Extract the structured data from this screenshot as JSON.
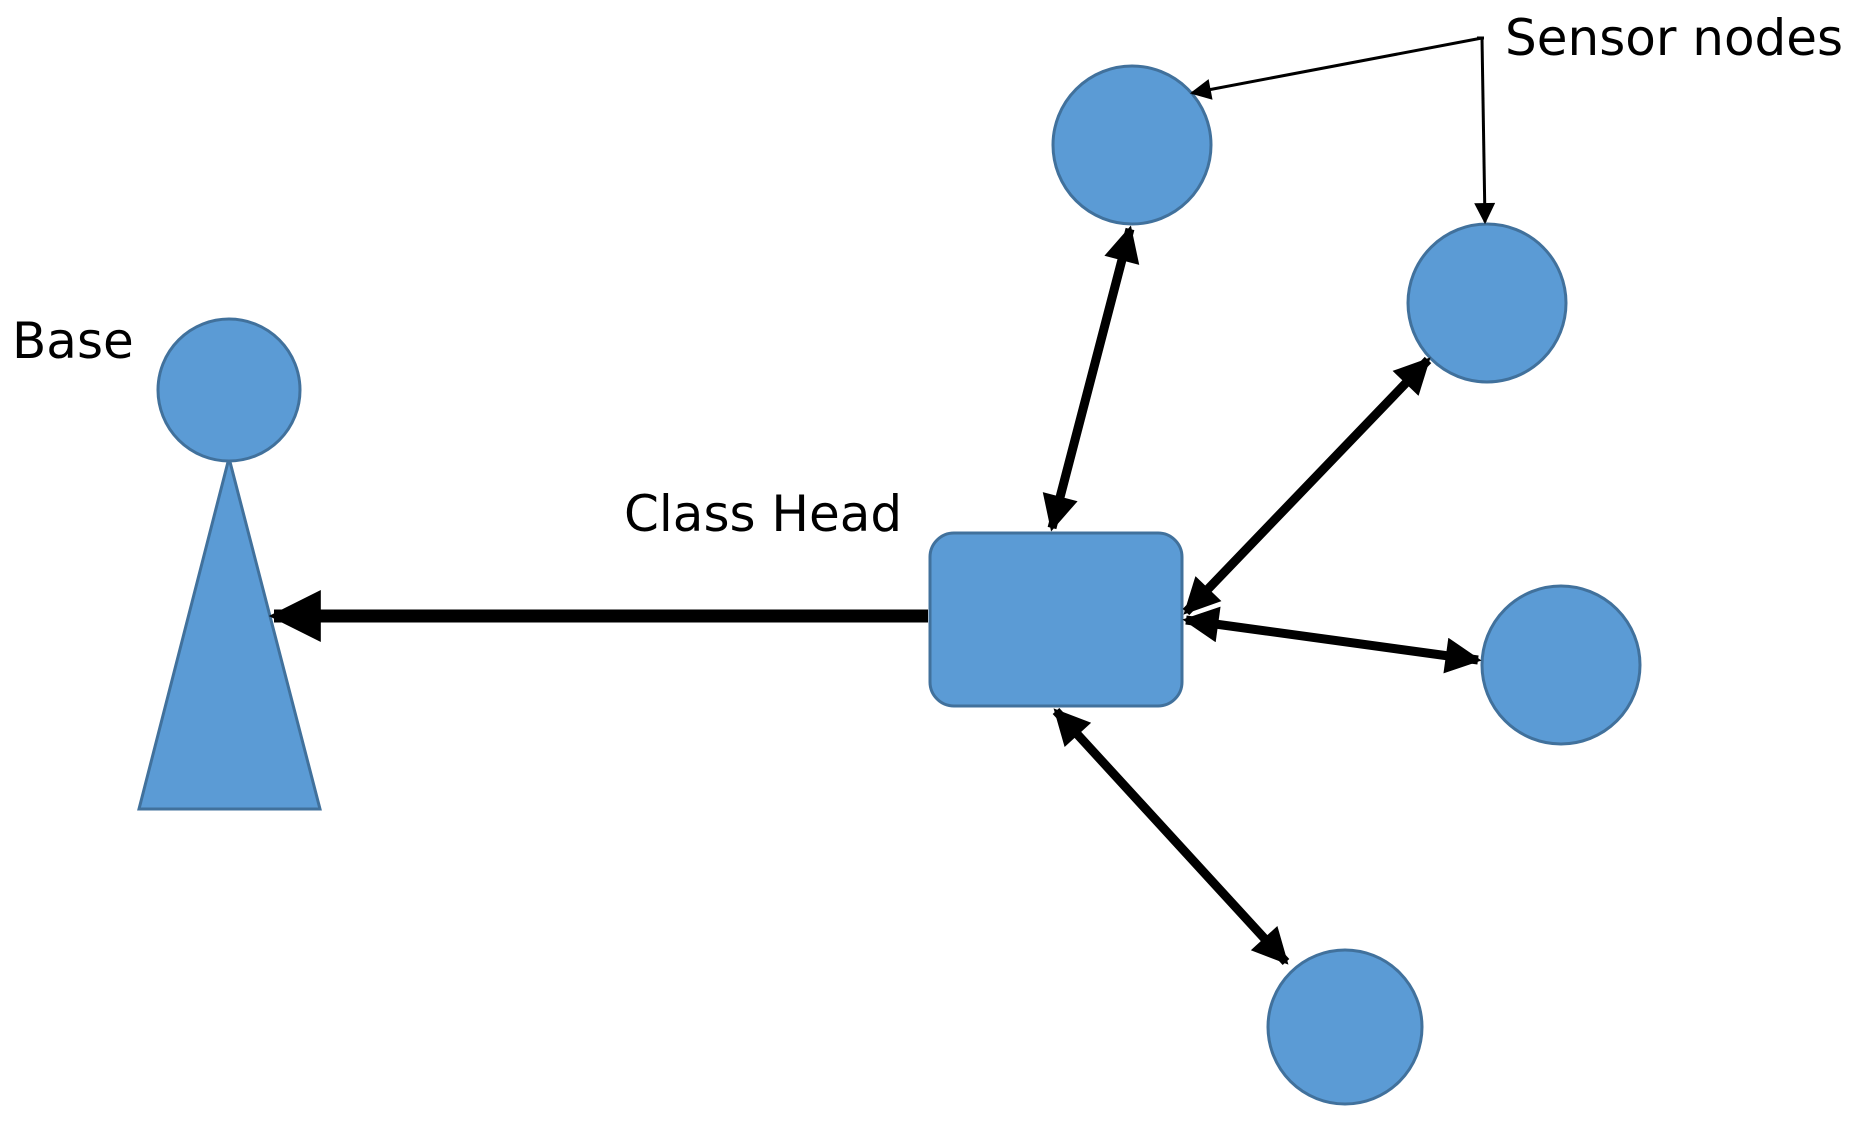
{
  "labels": {
    "base": "Base",
    "class_head": "Class Head",
    "sensor_nodes": "Sensor nodes"
  },
  "colors": {
    "node_fill": "#5b9bd5",
    "node_stroke": "#41719c",
    "arrow": "#000000",
    "background": "#ffffff"
  }
}
